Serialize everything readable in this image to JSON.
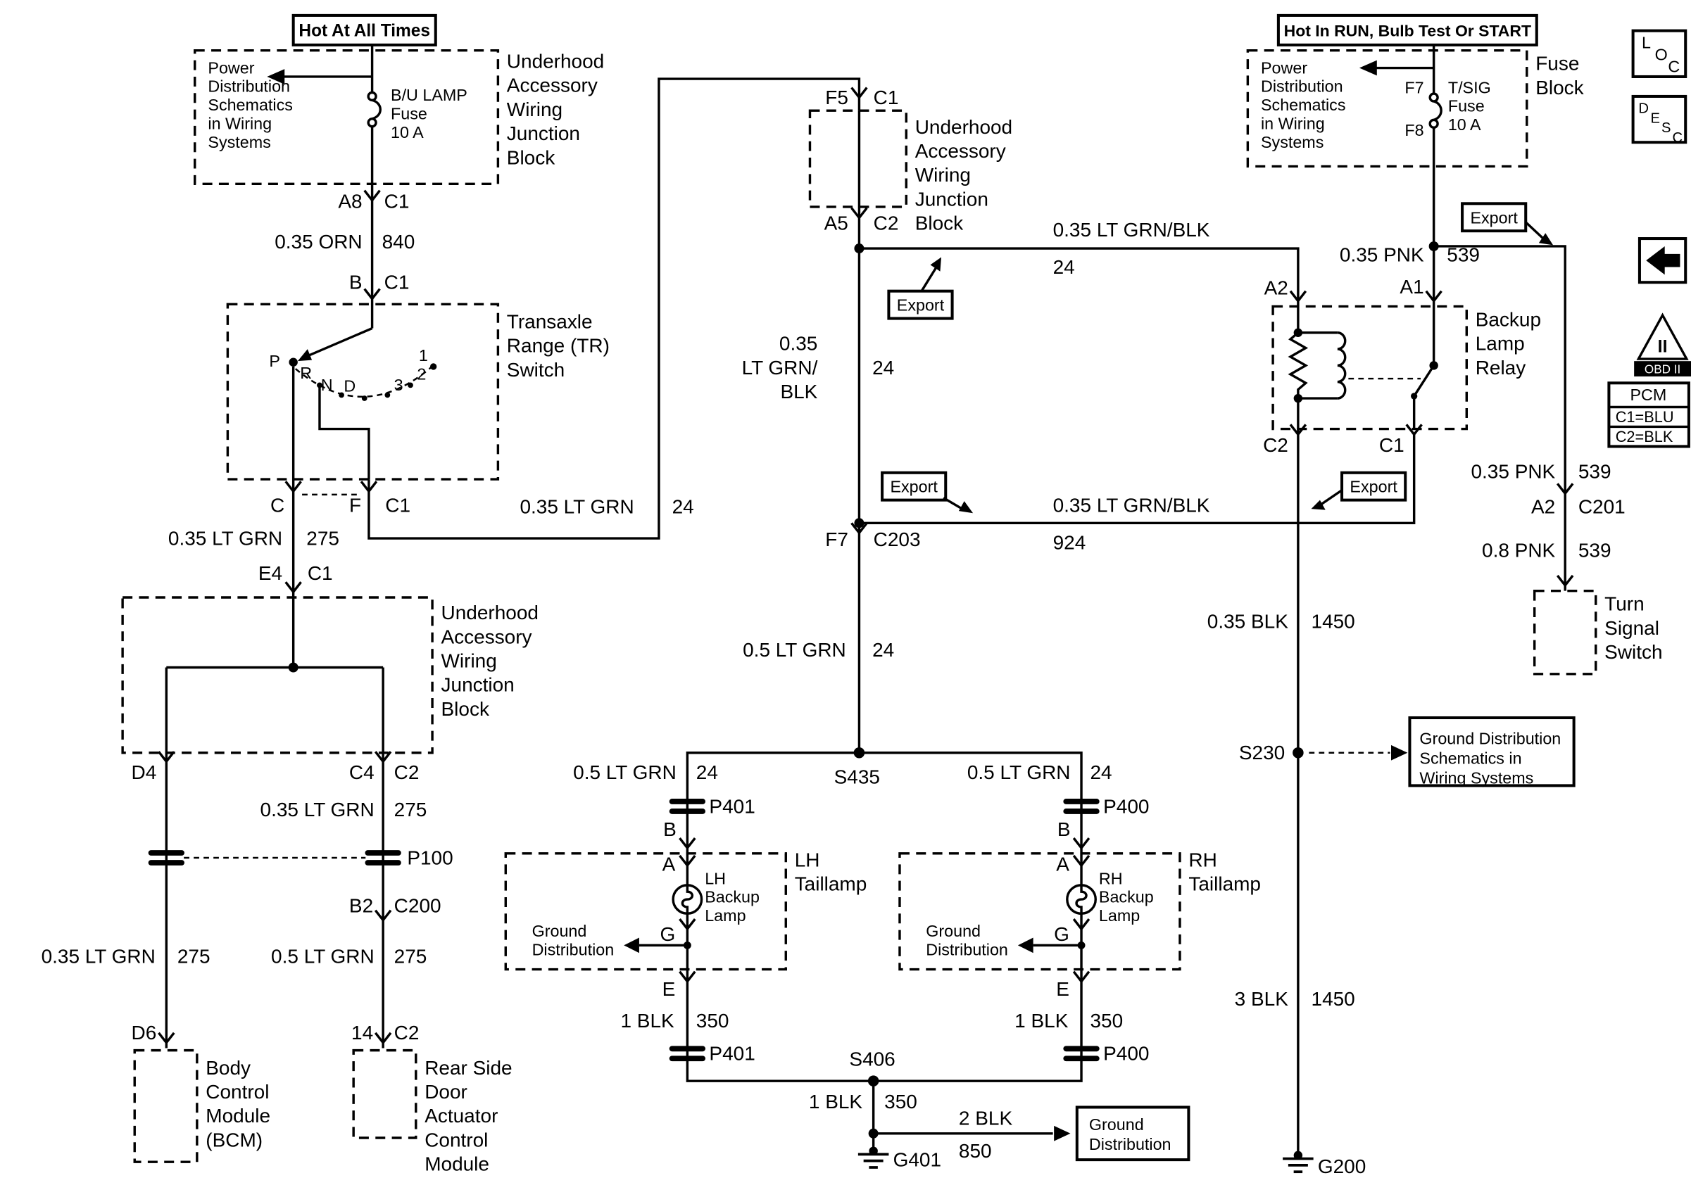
{
  "colors": {
    "ink": "#000000",
    "paper": "#ffffff"
  },
  "banners": {
    "hot_all": "Hot At All Times",
    "hot_run": "Hot In RUN, Bulb Test Or START"
  },
  "shared": {
    "power_dist": [
      "Power",
      "Distribution",
      "Schematics",
      "in Wiring",
      "Systems"
    ],
    "uhjb": [
      "Underhood",
      "Accessory",
      "Wiring",
      "Junction",
      "Block"
    ],
    "export": "Export",
    "ground_dist": [
      "Ground",
      "Distribution"
    ]
  },
  "fuses": {
    "bu": [
      "B/U LAMP",
      "Fuse",
      "10 A"
    ],
    "tsig": [
      "T/SIG",
      "Fuse",
      "10 A"
    ],
    "tsig_f7": "F7",
    "tsig_f8": "F8",
    "fuse_block": [
      "Fuse",
      "Block"
    ]
  },
  "tr": {
    "label": [
      "Transaxle",
      "Range (TR)",
      "Switch"
    ],
    "positions": [
      "P",
      "R",
      "N",
      "D",
      "3",
      "2",
      "1"
    ]
  },
  "relay": {
    "label": [
      "Backup",
      "Lamp",
      "Relay"
    ],
    "a2": "A2",
    "a1": "A1",
    "c2": "C2",
    "c1": "C1"
  },
  "modules": {
    "bcm": [
      "Body",
      "Control",
      "Module",
      "(BCM)"
    ],
    "rear_door": [
      "Rear Side",
      "Door",
      "Actuator",
      "Control",
      "Module"
    ],
    "ts": [
      "Turn",
      "Signal",
      "Switch"
    ],
    "lh_tail": [
      "LH",
      "Taillamp"
    ],
    "rh_tail": [
      "RH",
      "Taillamp"
    ],
    "lh_lamp": [
      "LH",
      "Backup",
      "Lamp"
    ],
    "rh_lamp": [
      "RH",
      "Backup",
      "Lamp"
    ],
    "gdsws": [
      "Ground Distribution",
      "Schematics in",
      "Wiring Systems"
    ]
  },
  "wires": {
    "orn840": {
      "g": "0.35 ORN",
      "n": "840"
    },
    "ltgrn275": {
      "g": "0.35 LT GRN",
      "n": "275"
    },
    "ltgrn275h": {
      "g": "0.5 LT GRN",
      "n": "275"
    },
    "ltgrn24": {
      "g": "0.35 LT GRN",
      "n": "24"
    },
    "ltgrn24h": {
      "g": "0.5 LT GRN",
      "n": "24"
    },
    "lgb24": {
      "g": "0.35 LT GRN/BLK",
      "n": "24"
    },
    "lgb24v": {
      "g1": "0.35",
      "g2": "LT GRN/",
      "g3": "BLK",
      "n": "24"
    },
    "lgb924": {
      "g": "0.35 LT GRN/BLK",
      "n": "924"
    },
    "blk350": {
      "g": "1 BLK",
      "n": "350"
    },
    "blk850": {
      "g": "2 BLK",
      "n": "850"
    },
    "pnk539": {
      "g": "0.35 PNK",
      "n": "539"
    },
    "pnk539b": {
      "g": "0.8 PNK",
      "n": "539"
    },
    "blk1450": {
      "g": "0.35 BLK",
      "n": "1450"
    },
    "blk1450b": {
      "g": "3 BLK",
      "n": "1450"
    }
  },
  "pins": {
    "a8": "A8",
    "c1": "C1",
    "b": "B",
    "c": "C",
    "f": "F",
    "e4": "E4",
    "d4": "D4",
    "c4": "C4",
    "c2": "C2",
    "b2": "B2",
    "c200": "C200",
    "d6": "D6",
    "p14": "14",
    "f5": "F5",
    "a5": "A5",
    "f7": "F7",
    "c203": "C203",
    "a2": "A2",
    "c201": "C201",
    "a": "A",
    "g": "G",
    "e": "E"
  },
  "connectors": {
    "p100": "P100",
    "p401": "P401",
    "p400": "P400"
  },
  "splices": {
    "s435": "S435",
    "s406": "S406",
    "s230": "S230"
  },
  "grounds": {
    "g401": "G401",
    "g200": "G200"
  },
  "legend": {
    "loc": [
      "L",
      "O",
      "C"
    ],
    "desc": [
      "D",
      "E",
      "S",
      "C"
    ],
    "obd": {
      "tri": "II",
      "band": "OBD II"
    },
    "pcm": {
      "title": "PCM",
      "c1": "C1=BLU",
      "c2": "C2=BLK"
    }
  }
}
